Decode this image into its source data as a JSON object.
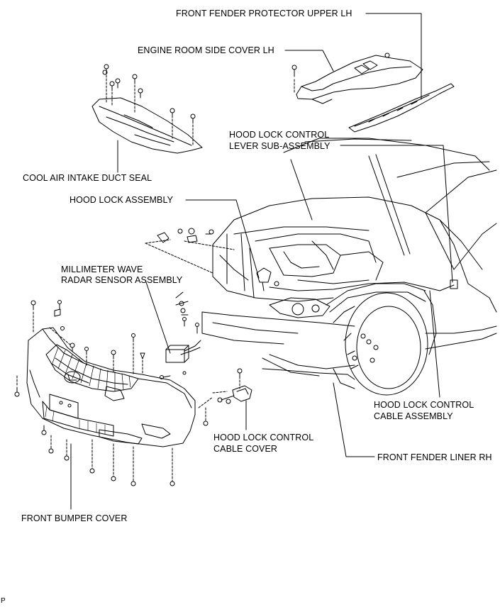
{
  "labels": {
    "front_fender_protector_upper_lh": "FRONT FENDER PROTECTOR UPPER LH",
    "engine_room_side_cover_lh": "ENGINE ROOM SIDE COVER LH",
    "hood_lock_control_lever_line1": "HOOD LOCK CONTROL",
    "hood_lock_control_lever_line2": "LEVER SUB-ASSEMBLY",
    "cool_air_intake_duct_seal": "COOL AIR INTAKE DUCT SEAL",
    "hood_lock_assembly": "HOOD LOCK ASSEMBLY",
    "millimeter_wave_line1": "MILLIMETER WAVE",
    "millimeter_wave_line2": "RADAR SENSOR ASSEMBLY",
    "hood_lock_control_cable_line1": "HOOD LOCK CONTROL",
    "hood_lock_control_cable_line2": "CABLE ASSEMBLY",
    "hood_lock_control_cable_cover_line1": "HOOD LOCK CONTROL",
    "hood_lock_control_cable_cover_line2": "CABLE COVER",
    "front_fender_liner_rh": "FRONT FENDER LINER RH",
    "front_bumper_cover": "FRONT BUMPER COVER",
    "corner_mark": "P"
  },
  "colors": {
    "line": "#000000",
    "background": "#ffffff"
  }
}
